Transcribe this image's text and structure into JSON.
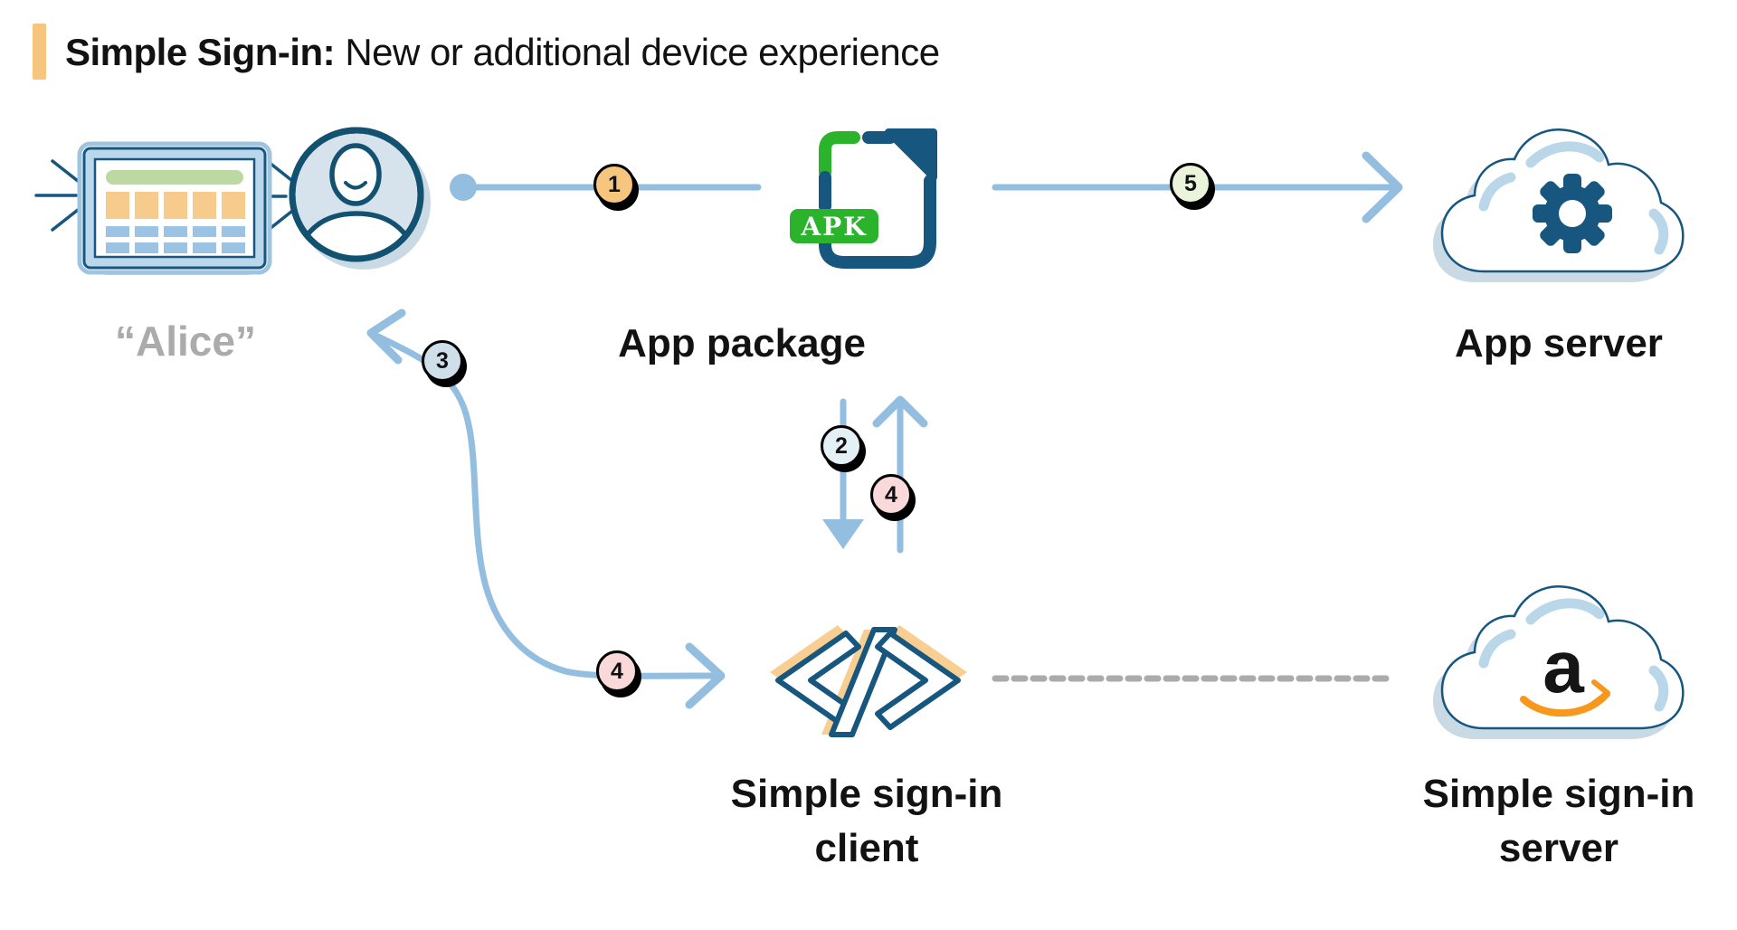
{
  "title": {
    "emphasis": "Simple Sign-in:",
    "rest": " New or additional device experience"
  },
  "nodes": {
    "user": {
      "label": "“Alice”"
    },
    "app_package": {
      "label": "App package",
      "file_badge": "APK"
    },
    "app_server": {
      "label": "App server"
    },
    "client": {
      "label_line1": "Simple sign-in",
      "label_line2": "client"
    },
    "server": {
      "label_line1": "Simple sign-in",
      "label_line2": "server",
      "logo_letter": "a"
    }
  },
  "steps": [
    {
      "number": "1",
      "fill": "#F6C57E"
    },
    {
      "number": "2",
      "fill": "#E3F1F6"
    },
    {
      "number": "3",
      "fill": "#CEDFEA"
    },
    {
      "number": "4",
      "fill": "#FAD9DB"
    },
    {
      "number": "4",
      "fill": "#FAD9DB"
    },
    {
      "number": "5",
      "fill": "#E9F4DB"
    }
  ],
  "icons": {
    "user": "tv-and-person-avatar-icon",
    "app_package": "apk-file-icon",
    "app_server": "cloud-with-gear-icon",
    "client": "code-brackets-icon",
    "server": "cloud-with-amazon-logo-icon"
  },
  "colors": {
    "accent_orange": "#F6C57E",
    "line_blue": "#94BEE0",
    "navy": "#17567E",
    "apk_green": "#2BB32B",
    "amazon_orange": "#F7981D",
    "label_gray": "#ABABAB",
    "dash_gray": "#ABABAB",
    "text_dark": "#121212"
  }
}
